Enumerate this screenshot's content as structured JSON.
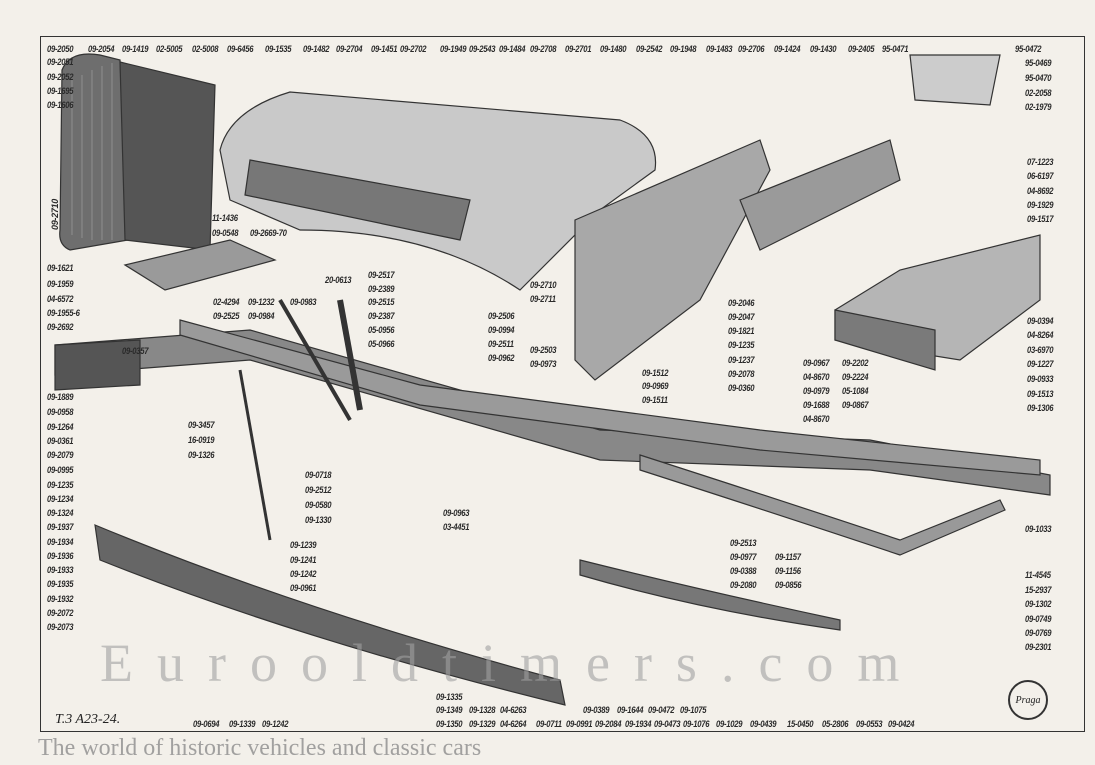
{
  "caption": "T.3 A23-24.",
  "logo_text": "Praga",
  "watermark": {
    "main": "Eurooldtimers.com",
    "tagline": "The world of historic vehicles and classic cars"
  },
  "colors": {
    "paper": "#f3f0ea",
    "ink": "#2a2a2a",
    "part_shade": "#8a8a8a"
  },
  "labels": [
    "09-2050",
    "09-2054",
    "09-1419",
    "02-5005",
    "02-5008",
    "09-6456",
    "09-1535",
    "09-1482",
    "09-2704",
    "09-1451",
    "09-2702",
    "09-1949",
    "09-2543",
    "09-1484",
    "09-2708",
    "09-2701",
    "09-1480",
    "09-2542",
    "09-1948",
    "09-1483",
    "09-2706",
    "09-1424",
    "09-1430",
    "09-2405",
    "95-0471",
    "95-0472",
    "09-2051",
    "09-2052",
    "09-1695",
    "09-1606",
    "95-0469",
    "95-0470",
    "02-2058",
    "02-1979",
    "09-1621",
    "09-1959",
    "04-6572",
    "09-1955-6",
    "09-2692",
    "09-0357",
    "09-1889",
    "09-0958",
    "09-1264",
    "09-0361",
    "09-2079",
    "09-0995",
    "09-1235",
    "09-1234",
    "09-1324",
    "09-1937",
    "09-1934",
    "09-1936",
    "09-1933",
    "09-1935",
    "09-1932",
    "09-2072",
    "09-2073",
    "11-1436",
    "09-0548",
    "09-2669-70",
    "02-4294",
    "09-2525",
    "09-1232",
    "09-0984",
    "09-0983",
    "20-0613",
    "09-2517",
    "09-2389",
    "09-2515",
    "09-2387",
    "05-0956",
    "05-0966",
    "09-2506",
    "09-0994",
    "09-2511",
    "09-0962",
    "09-2503",
    "09-0973",
    "09-2710",
    "09-2711",
    "09-3457",
    "16-0919",
    "09-1326",
    "09-0718",
    "09-2512",
    "09-0580",
    "09-1330",
    "09-0963",
    "03-4451",
    "09-1239",
    "09-1241",
    "09-1242",
    "09-0961",
    "09-2046",
    "09-2047",
    "09-1821",
    "09-1235",
    "09-1237",
    "09-2078",
    "09-0360",
    "09-1512",
    "09-0969",
    "09-1511",
    "09-0967",
    "04-8670",
    "09-0979",
    "09-1688",
    "04-8670",
    "09-2202",
    "09-2224",
    "05-1084",
    "09-0867",
    "07-1223",
    "06-6197",
    "04-8692",
    "09-1929",
    "09-1517",
    "09-0394",
    "04-8264",
    "03-6970",
    "09-1227",
    "09-0933",
    "09-1513",
    "09-1306",
    "09-1033",
    "11-4545",
    "15-2937",
    "09-1302",
    "09-0749",
    "09-0769",
    "09-2301",
    "09-2513",
    "09-0977",
    "09-0388",
    "09-2080",
    "09-1157",
    "09-1156",
    "09-0856",
    "09-1335",
    "09-1349",
    "09-1328",
    "04-6263",
    "09-0389",
    "09-1644",
    "09-0472",
    "09-1075",
    "09-0694",
    "09-1339",
    "09-1242",
    "09-1350",
    "09-1329",
    "04-6264",
    "09-0711",
    "09-0991",
    "09-2084",
    "09-1934",
    "09-0473",
    "09-1076",
    "09-1029",
    "09-0439",
    "15-0450",
    "05-2806",
    "09-0553",
    "09-0424",
    "09-2710"
  ]
}
